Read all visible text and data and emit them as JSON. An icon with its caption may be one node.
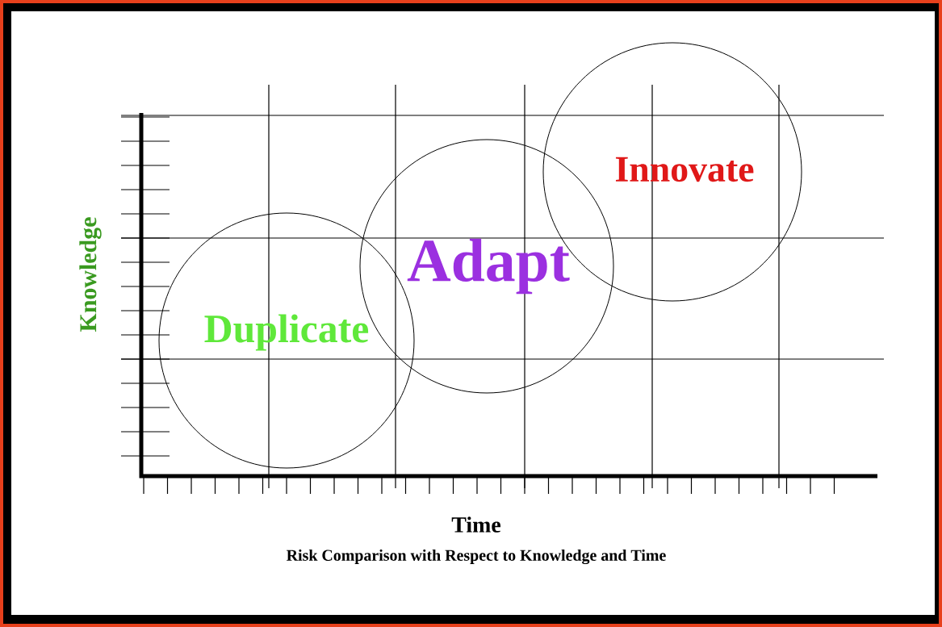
{
  "diagram": {
    "caption": "Risk Comparison with Respect to Knowledge and Time",
    "nodes": [
      {
        "text": [
          "Duplicate"
        ]
      },
      {
        "text": [
          "Adapt"
        ]
      },
      {
        "text": [
          "Innovate"
        ]
      }
    ],
    "labels": [
      "Knowledge",
      "Time"
    ]
  }
}
